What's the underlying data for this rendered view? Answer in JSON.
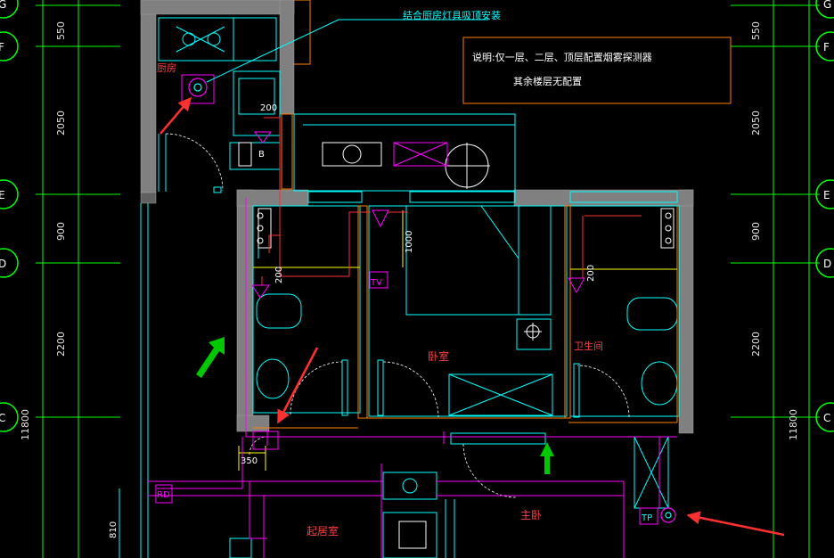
{
  "annotations": {
    "ceiling_note": "结合厨房灯具吸顶安装",
    "note_line1": "说明:仅一层、二层、顶层配置烟雾探测器",
    "note_line2": "其余楼层无配置"
  },
  "rooms": {
    "kitchen": "厨房",
    "bedroom": "卧室",
    "bathroom": "卫生间",
    "living_room": "起居室",
    "master_bedroom": "主卧"
  },
  "dimensions": {
    "left": [
      "550",
      "2050",
      "900",
      "2200",
      "11800"
    ],
    "right": [
      "550",
      "2050",
      "900",
      "2200",
      "11800"
    ],
    "bottom_left": "810",
    "d350": "350",
    "d200_a": "200",
    "d200_b": "200",
    "d200_c": "200",
    "d1000": "1000"
  },
  "axis_labels": {
    "left": [
      "G",
      "F",
      "E",
      "D",
      "C"
    ],
    "right": [
      "G",
      "F",
      "E",
      "D",
      "C"
    ]
  },
  "device_labels": {
    "tv": "TV",
    "rd": "RD",
    "tp": "TP",
    "b": "B"
  },
  "colors": {
    "background": "#000000",
    "wall": "#808080",
    "cyan": "#00ffff",
    "magenta": "#ff00ff",
    "red": "#ff3030",
    "yellow": "#ffff00",
    "orange": "#ff8000",
    "green": "#00c800",
    "white": "#ffffff"
  }
}
